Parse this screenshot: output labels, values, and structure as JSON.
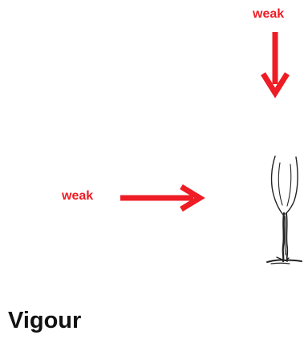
{
  "labels": {
    "top_weak": "weak",
    "left_weak": "weak"
  },
  "title": "Vigour",
  "colors": {
    "accent": "#ee1c24",
    "sketch": "#222222",
    "title": "#111111"
  },
  "icons": {
    "top_arrow": "arrow-down-icon",
    "left_arrow": "arrow-right-icon",
    "plant": "plant-sketch-icon"
  }
}
